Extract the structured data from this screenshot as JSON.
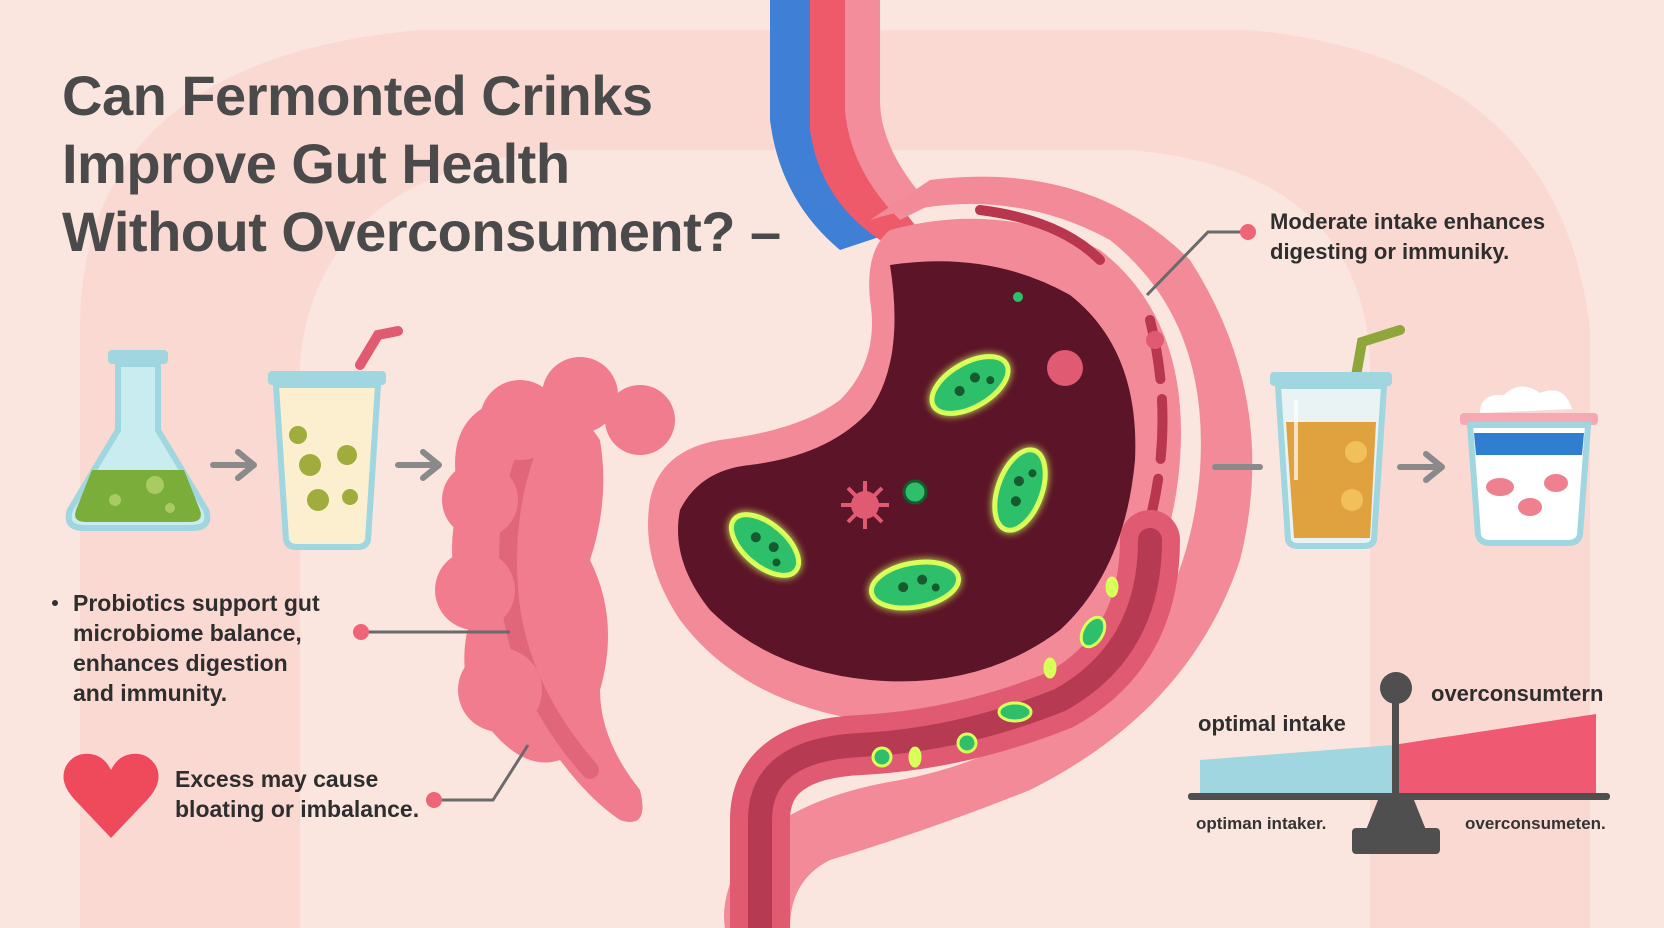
{
  "title": {
    "line1": "Can Fermonted Crinks",
    "line2": "Improve Gut Health",
    "line3": "Without Overconsument? –"
  },
  "callouts": {
    "top_right": {
      "line1": "Moderate intake enhances",
      "line2": "digesting or immuniky."
    },
    "left": {
      "line1": "Probiotics support gut",
      "line2": "microbiome balance,",
      "line3": "enhances digestion",
      "line4": "and immunity."
    },
    "bottom_left": {
      "line1": "Excess may cause",
      "line2": "bloating or imbalance."
    }
  },
  "scale": {
    "label_left": "optimal intake",
    "label_right": "overconsumtern",
    "caption_left": "optiman intaker.",
    "caption_right": "overconsumeten."
  },
  "colors": {
    "background": "#fbe6df",
    "stomach_outer": "#f28a98",
    "stomach_inner": "#5c1428",
    "bacteria": "#2fbf6a",
    "bacteria_glow": "#d9ff5a",
    "optimal_bar": "#9fd6df",
    "overconsumption_bar": "#ef5a72"
  },
  "icons": [
    "flask-icon",
    "drink-cup-icon",
    "arrow-right-icon",
    "juice-cup-icon",
    "yogurt-cup-icon",
    "heart-icon",
    "balance-scale-icon"
  ]
}
